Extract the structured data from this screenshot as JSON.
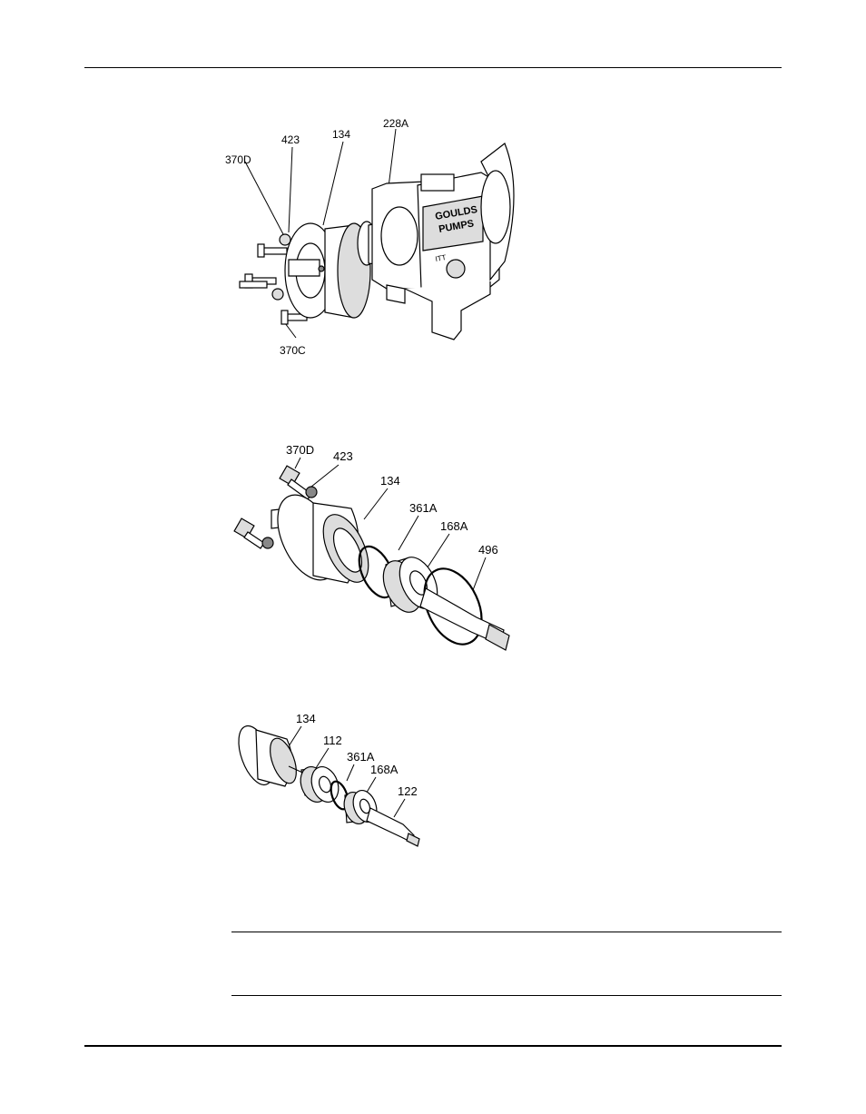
{
  "figure1": {
    "labels": [
      "370D",
      "423",
      "134",
      "228A",
      "370C"
    ],
    "housing_text": [
      "GOULDS",
      "PUMPS",
      "ITT"
    ]
  },
  "figure2": {
    "labels": [
      "370D",
      "423",
      "134",
      "361A",
      "168A",
      "496"
    ]
  },
  "figure3": {
    "labels": [
      "134",
      "112",
      "361A",
      "168A",
      "122"
    ]
  }
}
